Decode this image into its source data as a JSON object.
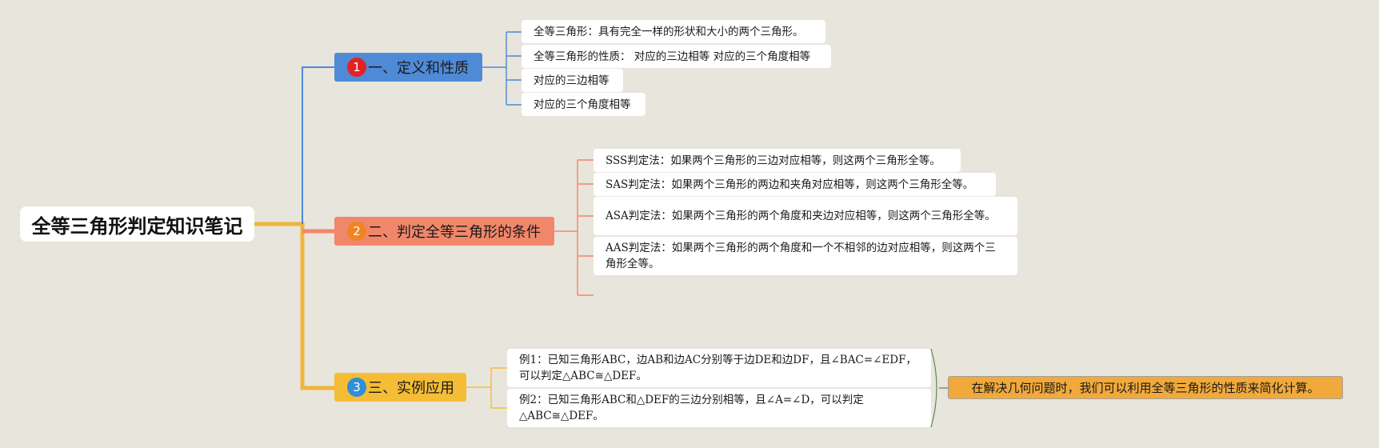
{
  "mindmap": {
    "root": "全等三角形判定知识笔记",
    "branches": [
      {
        "num": "1",
        "label": "一、定义和性质",
        "leaves": [
          "全等三角形：具有完全一样的形状和大小的两个三角形。",
          "全等三角形的性质： 对应的三边相等 对应的三个角度相等",
          "对应的三边相等",
          "对应的三个角度相等"
        ]
      },
      {
        "num": "2",
        "label": "二、判定全等三角形的条件",
        "leaves": [
          "SSS判定法：如果两个三角形的三边对应相等，则这两个三角形全等。",
          "SAS判定法：如果两个三角形的两边和夹角对应相等，则这两个三角形全等。",
          "ASA判定法：如果两个三角形的两个角度和夹边对应相等，则这两个三角形全等。",
          "AAS判定法：如果两个三角形的两个角度和一个不相邻的边对应相等，则这两个三角形全等。"
        ]
      },
      {
        "num": "3",
        "label": "三、实例应用",
        "leaves": [
          "例1：已知三角形ABC，边AB和边AC分别等于边DE和边DF，且∠BAC=∠EDF，可以判定△ABC≅△DEF。",
          "例2：已知三角形ABC和△DEF的三边分别相等，且∠A=∠D，可以判定△ABC≅△DEF。"
        ],
        "summary": "在解决几何问题时，我们可以利用全等三角形的性质来简化计算。"
      }
    ]
  },
  "colors": {
    "branch1": "#4f8ad7",
    "branch2": "#f1876a",
    "branch3": "#f5bd35",
    "root_trunk": "#f0b43c",
    "summary_bracket": "#5a8a5a"
  }
}
